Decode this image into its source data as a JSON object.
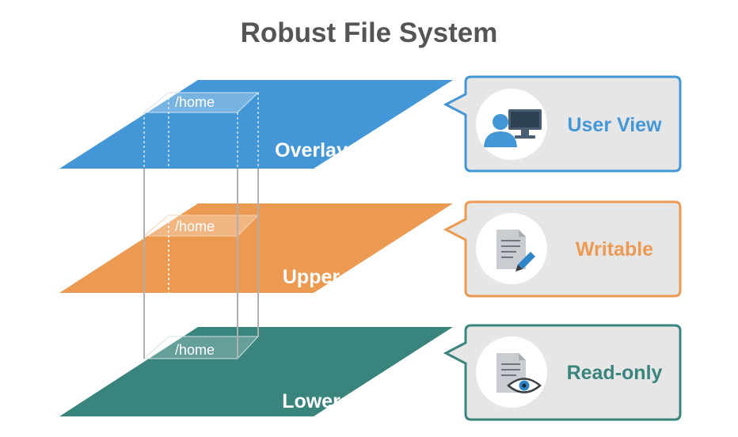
{
  "title": "Robust File System",
  "colors": {
    "overlay": "#4497d6",
    "upper": "#ec9a52",
    "lower": "#3a847e",
    "callout_bg": "#e6e6e6",
    "title": "#555555"
  },
  "layers": [
    {
      "id": "overlay",
      "label": "Overlay",
      "folder": "/home",
      "color": "#4497d6"
    },
    {
      "id": "upper",
      "label": "Upper",
      "folder": "/home",
      "color": "#ec9a52"
    },
    {
      "id": "lower",
      "label": "Lower",
      "folder": "/home",
      "color": "#3a847e"
    }
  ],
  "callouts": [
    {
      "id": "user-view",
      "label": "User View",
      "icon": "user-computer-icon",
      "color": "#4497d6"
    },
    {
      "id": "writable",
      "label": "Writable",
      "icon": "document-pencil-icon",
      "color": "#ec9a52"
    },
    {
      "id": "read-only",
      "label": "Read-only",
      "icon": "document-eye-icon",
      "color": "#3a847e"
    }
  ]
}
